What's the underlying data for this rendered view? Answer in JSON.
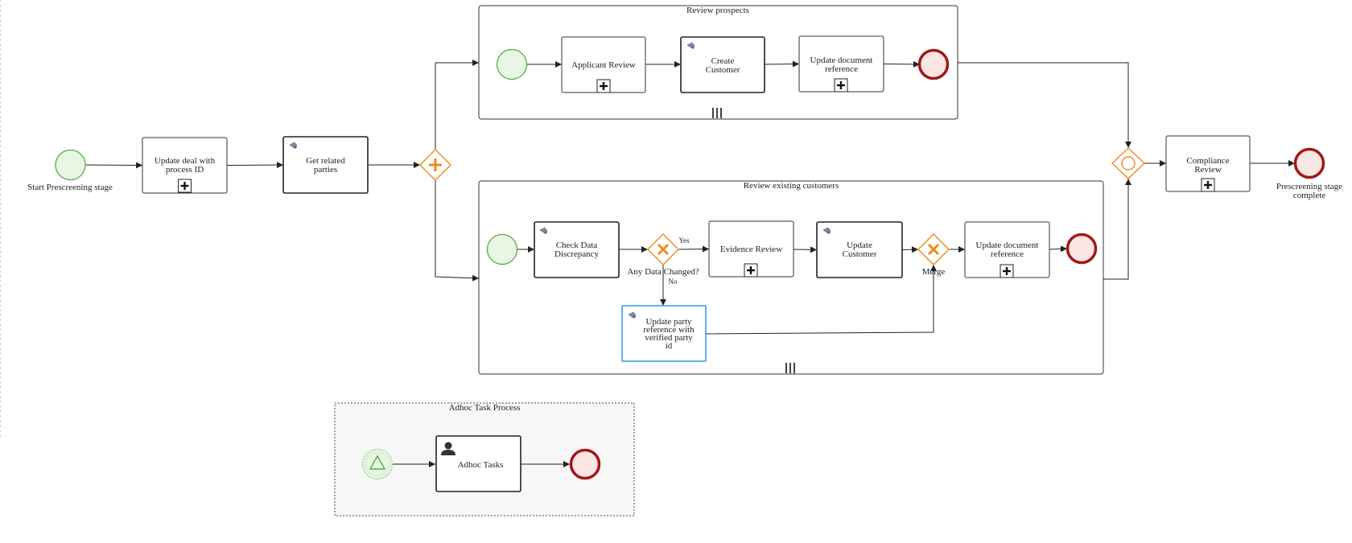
{
  "colors": {
    "start_fill": "#e8f7e4",
    "start_stroke": "#5aa84a",
    "end_fill": "#fbe6e6",
    "end_stroke": "#a11818",
    "gateway_stroke": "#f08a1c",
    "selected_stroke": "#2d9cdb",
    "adhoc_fill": "#f7f7f7"
  },
  "events": {
    "start_label": "Start Prescreening stage",
    "end_label_line1": "Prescreening stage",
    "end_label_line2": "complete"
  },
  "tasks": {
    "update_deal": {
      "line1": "Update deal with",
      "line2": "process ID"
    },
    "get_related": {
      "line1": "Get related",
      "line2": "parties"
    },
    "compliance": {
      "line1": "Compliance",
      "line2": "Review"
    }
  },
  "review_prospects": {
    "title": "Review prospects",
    "applicant_review": "Applicant Review",
    "create_customer": {
      "line1": "Create",
      "line2": "Customer"
    },
    "update_doc": {
      "line1": "Update document",
      "line2": "reference"
    }
  },
  "review_existing": {
    "title": "Review existing customers",
    "check_data": {
      "line1": "Check Data",
      "line2": "Discrepancy"
    },
    "gateway_label": "Any Data Changed?",
    "yes_label": "Yes",
    "no_label": "No",
    "evidence_review": "Evidence Review",
    "update_customer": {
      "line1": "Update",
      "line2": "Customer"
    },
    "merge_label": "Merge",
    "update_doc": {
      "line1": "Update document",
      "line2": "reference"
    },
    "update_party": {
      "line1": "Update party",
      "line2": "reference with",
      "line3": "verified party",
      "line4": "id"
    }
  },
  "adhoc": {
    "title": "Adhoc Task Process",
    "task": "Adhoc Tasks"
  }
}
